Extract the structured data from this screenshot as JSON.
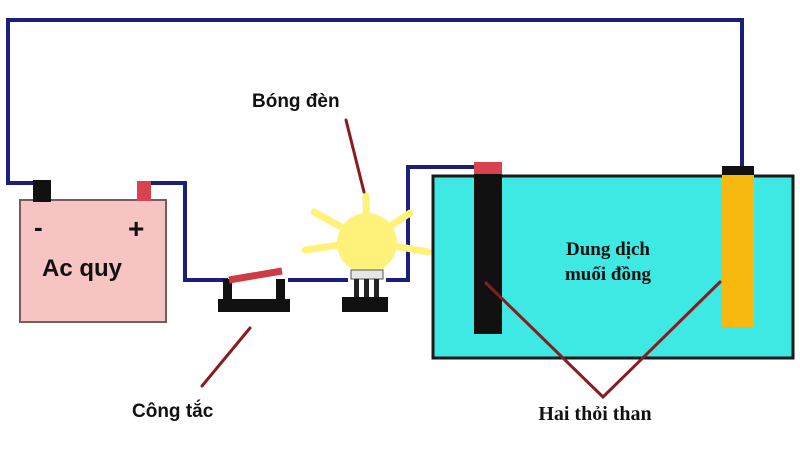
{
  "labels": {
    "bulb": "Bóng đèn",
    "switch": "Công tắc",
    "electrodes": "Hai thỏi than",
    "solution_line1": "Dung dịch",
    "solution_line2": "muối đồng",
    "battery_name": "Ac quy",
    "battery_minus": "-",
    "battery_plus": "+"
  },
  "icons": {
    "bulb": "light-bulb-icon",
    "switch": "switch-icon",
    "battery": "battery-icon"
  },
  "colors": {
    "wire": "#1b1f7a",
    "battery_fill": "#f6c5c3",
    "battery_border": "#7a5a5a",
    "terminal_negative": "#111111",
    "terminal_positive": "#d9434f",
    "tank_fill": "#3ee8e3",
    "tank_border": "#1a1a1a",
    "electrode_left": "#111111",
    "electrode_right": "#f7b90f",
    "pointer": "#8a1b20",
    "bulb_glow": "#fff27a",
    "switch_lever": "#cf3b44"
  }
}
